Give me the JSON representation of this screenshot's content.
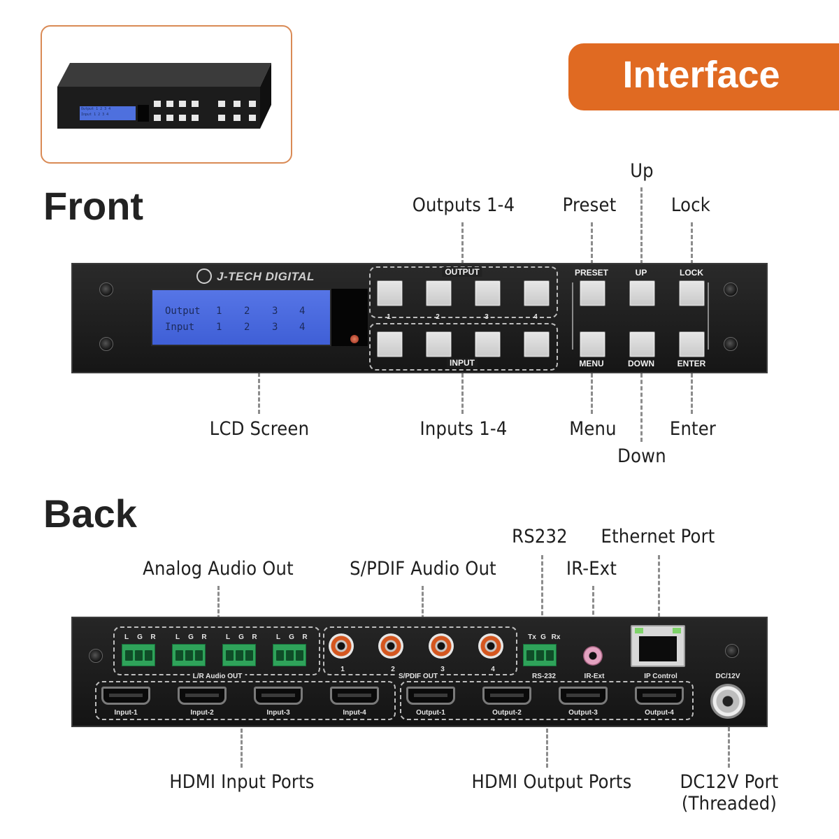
{
  "header": {
    "title": "Interface"
  },
  "sections": {
    "front": "Front",
    "back": "Back"
  },
  "thumbnail": {
    "lcd_rows": [
      [
        "Output",
        "1",
        "2",
        "3",
        "4"
      ],
      [
        "Input",
        "1",
        "2",
        "3",
        "4"
      ]
    ]
  },
  "front_labels": {
    "outputs": "Outputs 1-4",
    "preset": "Preset",
    "up": "Up",
    "lock": "Lock",
    "lcd": "LCD Screen",
    "inputs": "Inputs 1-4",
    "menu": "Menu",
    "down": "Down",
    "enter": "Enter"
  },
  "front_panel": {
    "brand": "J-TECH DIGITAL",
    "lcd_rows": [
      [
        "Output",
        "1",
        "2",
        "3",
        "4"
      ],
      [
        "Input",
        "1",
        "2",
        "3",
        "4"
      ]
    ],
    "output_group": "OUTPUT",
    "input_group": "INPUT",
    "button_numbers": [
      "1",
      "2",
      "3",
      "4"
    ],
    "preset": "PRESET",
    "up": "UP",
    "lock": "LOCK",
    "menu": "MENU",
    "down": "DOWN",
    "enter": "ENTER"
  },
  "back_labels": {
    "analog": "Analog Audio Out",
    "spdif": "S/PDIF Audio Out",
    "rs232": "RS232",
    "irext": "IR-Ext",
    "ethernet": "Ethernet Port",
    "hdmi_in": "HDMI Input Ports",
    "hdmi_out": "HDMI Output Ports",
    "dc_line1": "DC12V Port",
    "dc_line2": "(Threaded)"
  },
  "back_panel": {
    "lr_letters": [
      "L",
      "G",
      "R"
    ],
    "audio_out": "L/R Audio OUT",
    "spdif_numbers": [
      "1",
      "2",
      "3",
      "4"
    ],
    "spdif_out": "S/PDIF OUT",
    "rs232_pins": [
      "Tx",
      "G",
      "Rx"
    ],
    "rs232": "RS-232",
    "irext": "IR-Ext",
    "ip_control": "IP Control",
    "dc": "DC/12V",
    "hdmi_inputs": [
      "Input-1",
      "Input-2",
      "Input-3",
      "Input-4"
    ],
    "hdmi_outputs": [
      "Output-1",
      "Output-2",
      "Output-3",
      "Output-4"
    ]
  },
  "colors": {
    "accent": "#E06A22",
    "lcd": "#4F6FE0",
    "chassis": "#1e1e1e",
    "terminal": "#2FA35A"
  }
}
